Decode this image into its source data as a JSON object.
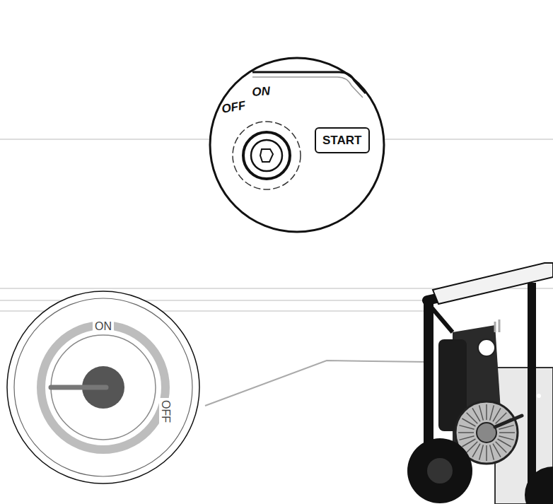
{
  "diagram": {
    "nodes": [
      {
        "text": [
          "OFF",
          "ON"
        ]
      },
      {
        "text": [
          "START"
        ],
        "in": 0
      },
      {
        "text": [
          "ON",
          "OFF"
        ]
      }
    ]
  }
}
